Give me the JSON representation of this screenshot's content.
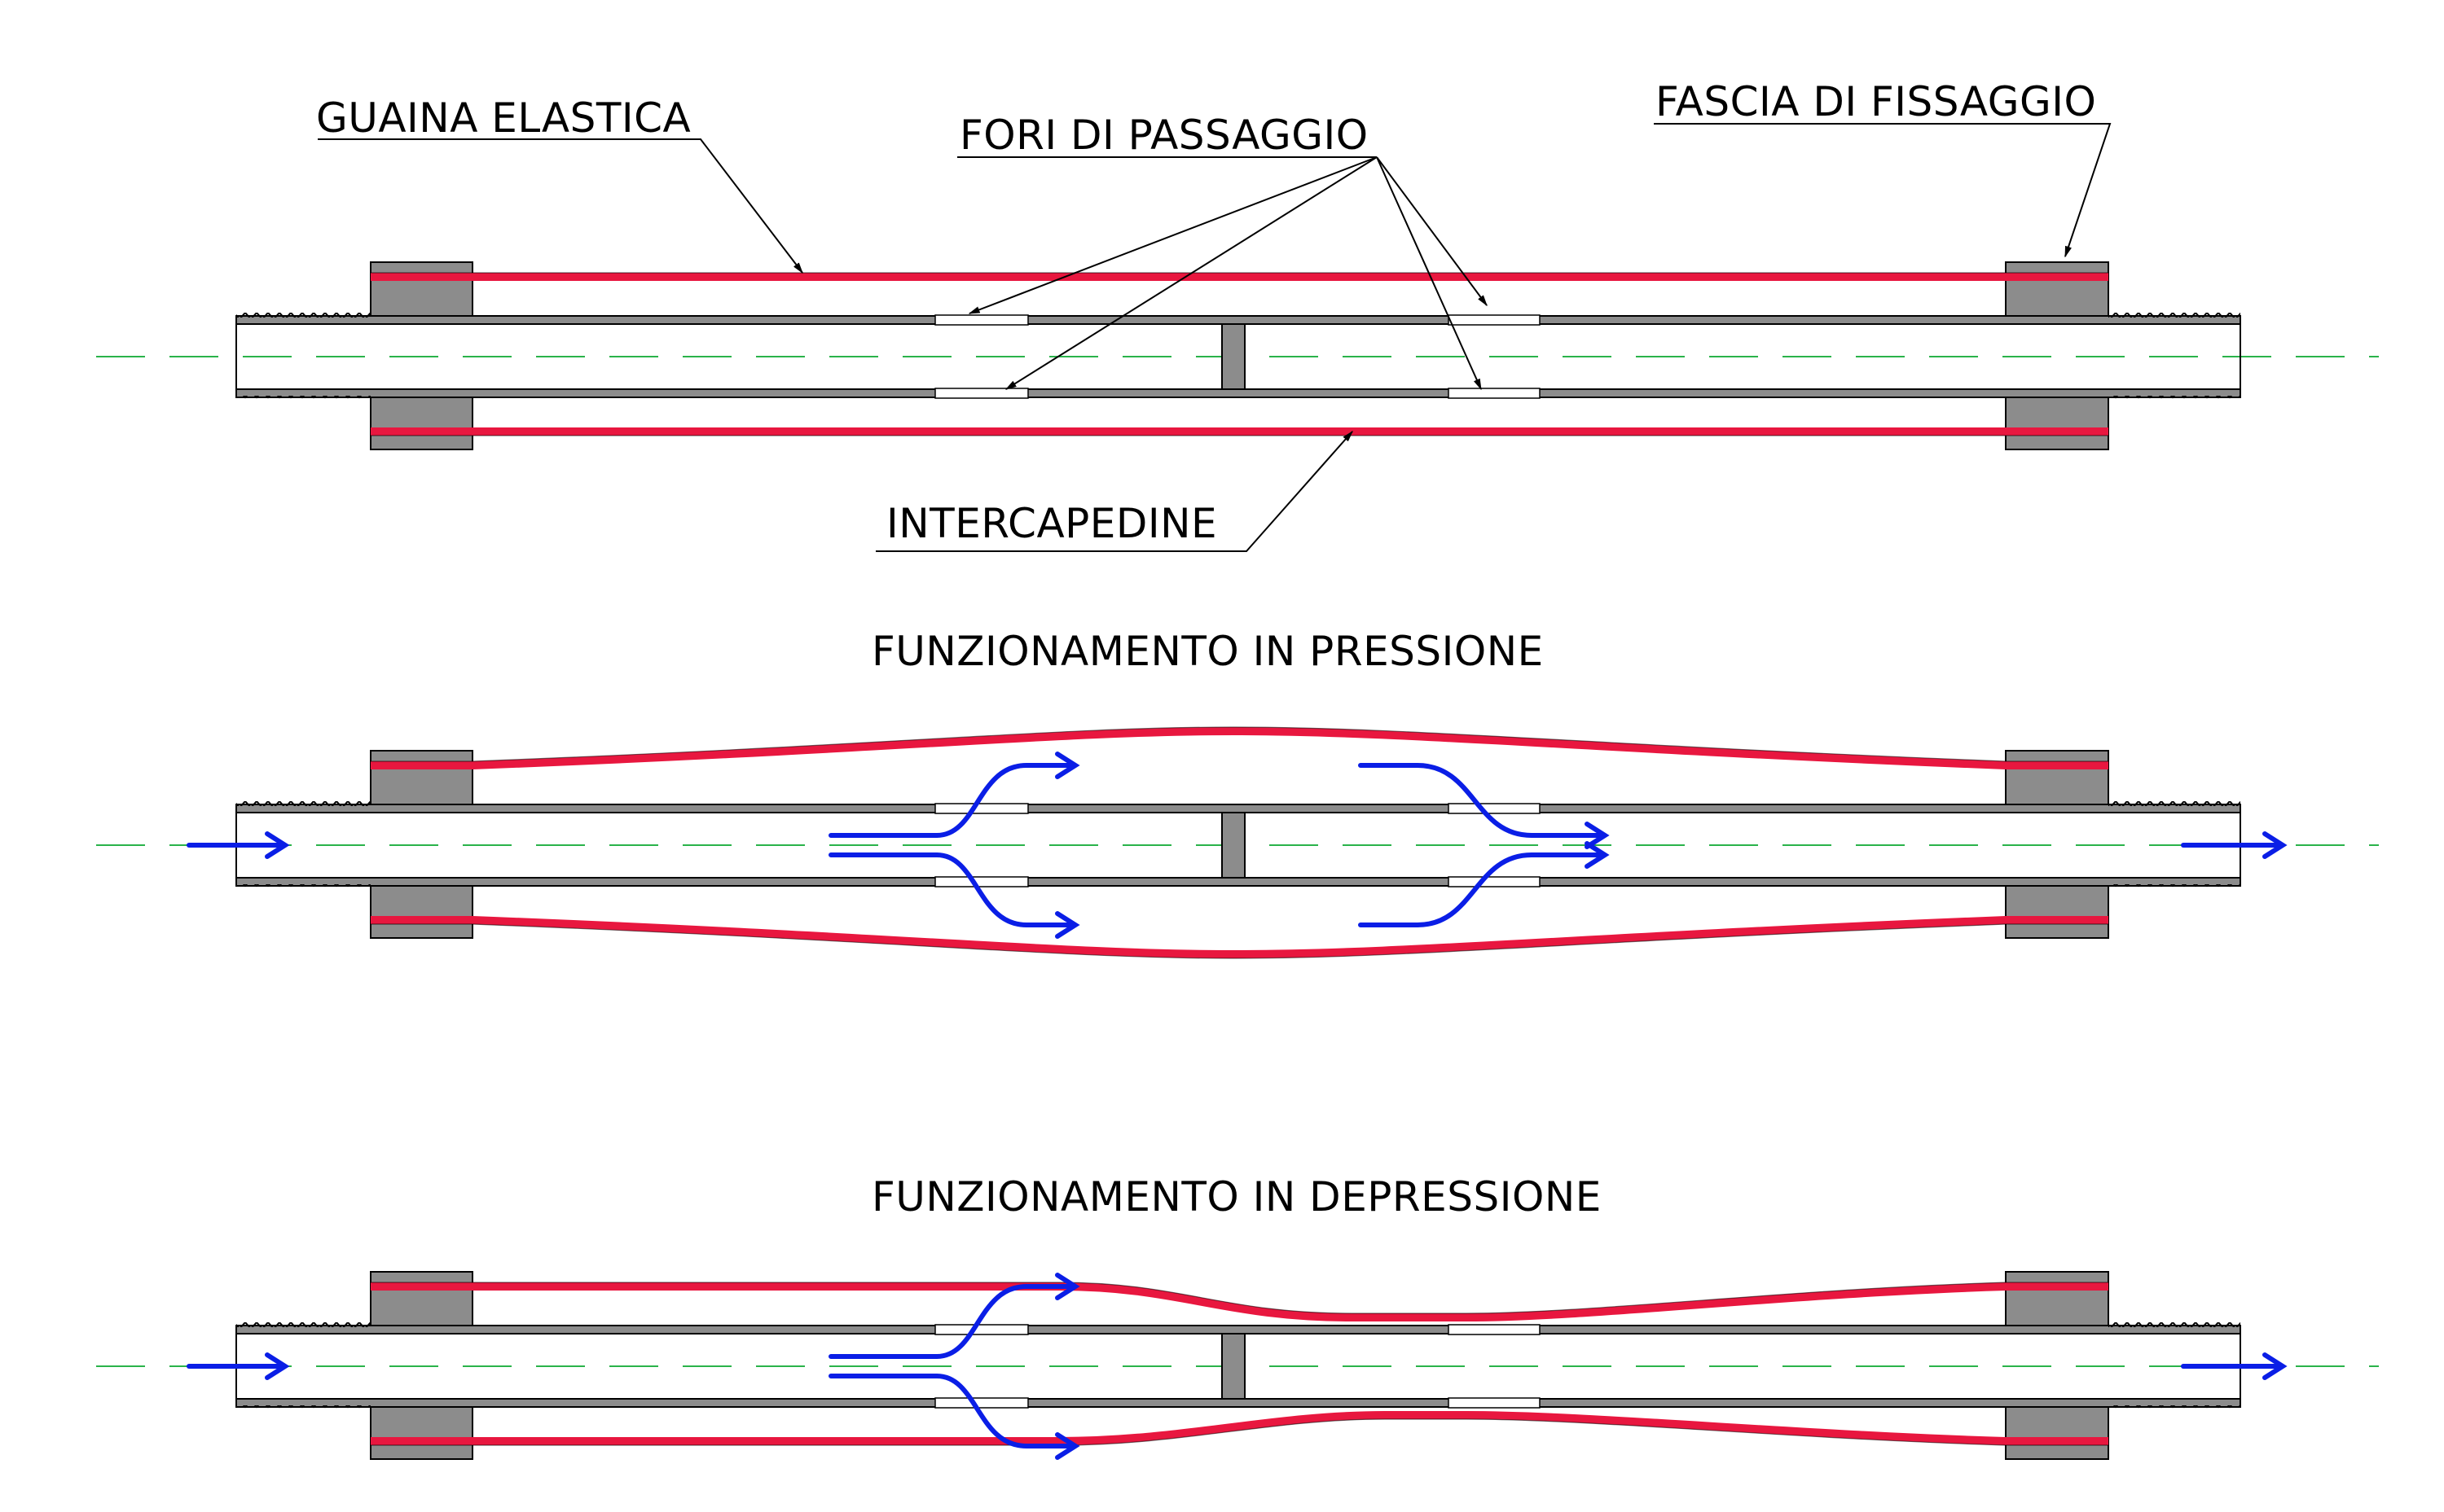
{
  "labels": {
    "guaina_elastica": "GUAINA ELASTICA",
    "fori_di_passaggio": "FORI DI PASSAGGIO",
    "fascia_di_fissaggio": "FASCIA DI FISSAGGIO",
    "intercapedine": "INTERCAPEDINE"
  },
  "sections": {
    "pressione_title": "FUNZIONAMENTO IN PRESSIONE",
    "depressione_title": "FUNZIONAMENTO IN DEPRESSIONE"
  },
  "colors": {
    "sheath": "#e8173f",
    "flow": "#0a1ee6",
    "metal": "#8c8c8c",
    "centerline": "#2ab34a",
    "outline": "#000000"
  }
}
